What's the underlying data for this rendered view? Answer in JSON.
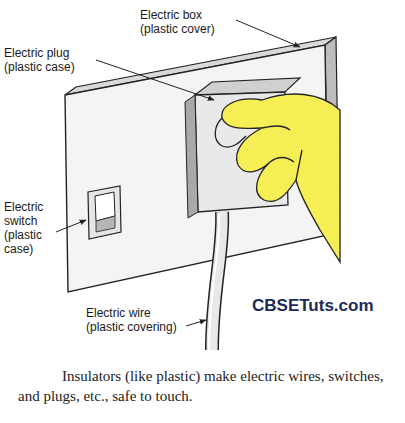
{
  "diagram": {
    "caption": "Insulators (like plastic) make electric wires, switches, and plugs, etc., safe to touch.",
    "labels": [
      "Electric box (plastic cover)",
      "Electric plug (plastic case)",
      "Electric switch (plastic case)",
      "Electric wire (plastic covering)",
      "CBSETuts.com"
    ]
  }
}
